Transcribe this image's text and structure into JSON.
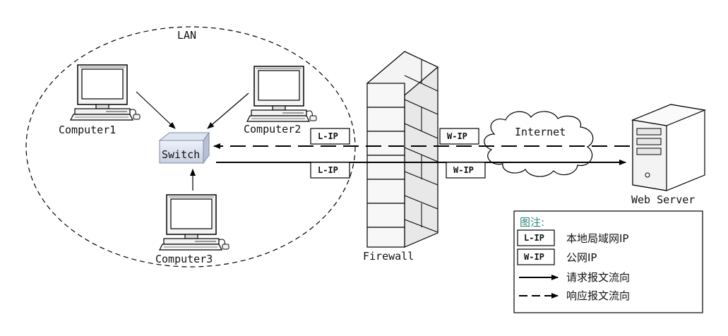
{
  "lan_label": "LAN",
  "computers": [
    "Computer1",
    "Computer2",
    "Computer3"
  ],
  "switch_label": "Switch",
  "firewall_label": "Firewall",
  "internet_label": "Internet",
  "server_label": "Web Server",
  "tags": {
    "lan_ip": "L-IP",
    "wan_ip": "W-IP"
  },
  "legend": {
    "title": "图注:",
    "items": [
      {
        "key": "L-IP",
        "text": "本地局域网IP"
      },
      {
        "key": "W-IP",
        "text": "公网IP"
      },
      {
        "key": "",
        "text": "请求报文流向"
      },
      {
        "key": "",
        "text": "响应报文流向"
      }
    ]
  }
}
